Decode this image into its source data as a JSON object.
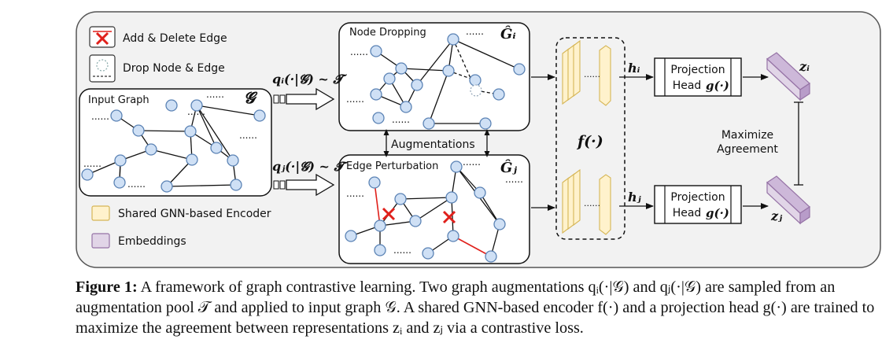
{
  "legend": {
    "add_delete_edge": "Add & Delete Edge",
    "drop_node_edge": "Drop Node & Edge",
    "shared_encoder": "Shared GNN-based Encoder",
    "embeddings": "Embeddings"
  },
  "input_graph": {
    "label": "Input Graph",
    "symbol": "𝓖"
  },
  "aug_i": {
    "title": "Node Dropping",
    "symbol": "Ĝᵢ",
    "sampler": "qᵢ(·|𝓖) ~ 𝓣"
  },
  "aug_j": {
    "title": "Edge Perturbation",
    "symbol": "Ĝⱼ",
    "sampler": "qⱼ(·|𝓖) ~ 𝓣"
  },
  "augmentations_label": "Augmentations",
  "encoder": {
    "symbol": "f(·)",
    "h_i": "hᵢ",
    "h_j": "hⱼ",
    "dots": "......"
  },
  "projection": {
    "line1": "Projection",
    "line2": "Head",
    "symbol": "g(·)"
  },
  "embedding": {
    "z_i": "zᵢ",
    "z_j": "zⱼ"
  },
  "agreement": {
    "line1": "Maximize",
    "line2": "Agreement"
  },
  "ellipsis": "......",
  "caption": {
    "label": "Figure 1:",
    "text": "A framework of graph contrastive learning. Two graph augmentations qᵢ(·|𝒢) and qⱼ(·|𝒢) are sampled from an augmentation pool 𝒯 and applied to input graph 𝒢. A shared GNN-based encoder f(·) and a projection head g(·) are trained to maximize the agreement between representations zᵢ and zⱼ via a contrastive loss."
  },
  "colors": {
    "node_fill": "#cfe0f5",
    "node_stroke": "#5b83b5",
    "encoder_fill": "#fff2cc",
    "encoder_stroke": "#d6b656",
    "embedding_fill": "#e1d5e7",
    "embedding_stroke": "#9673a6",
    "perturb_edge": "#e0201b",
    "panel_fill": "#f2f2f2"
  }
}
